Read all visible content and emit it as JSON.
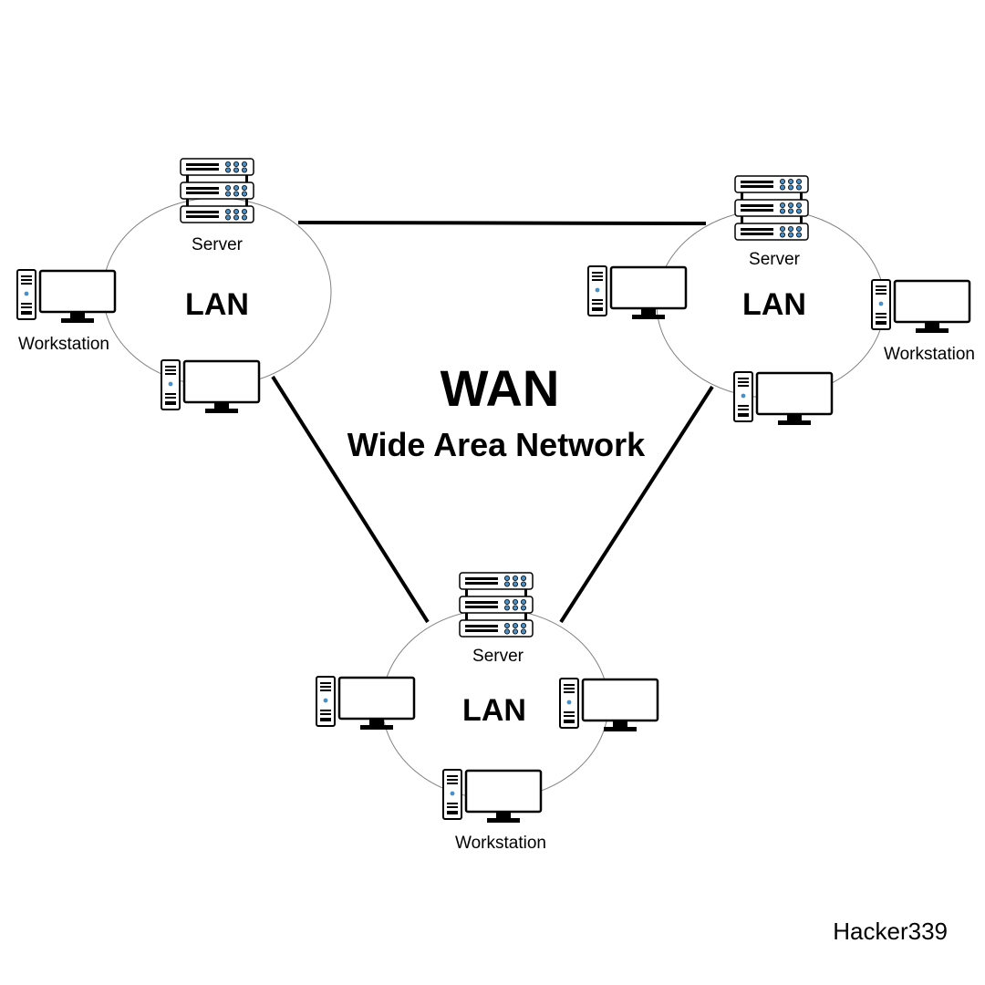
{
  "diagram": {
    "title": "WAN",
    "subtitle": "Wide Area Network",
    "credit": "Hacker339"
  },
  "lans": [
    {
      "id": "lan-left",
      "label": "LAN",
      "server_label": "Server",
      "workstation_label": "Workstation"
    },
    {
      "id": "lan-right",
      "label": "LAN",
      "server_label": "Server",
      "workstation_label": "Workstation"
    },
    {
      "id": "lan-bottom",
      "label": "LAN",
      "server_label": "Server",
      "workstation_label": "Workstation"
    }
  ],
  "colors": {
    "line": "#000000",
    "ellipse": "#808080",
    "led": "#4a90c8",
    "background": "#ffffff"
  },
  "icons": {
    "server": "server-rack-icon",
    "workstation": "desktop-computer-icon"
  }
}
